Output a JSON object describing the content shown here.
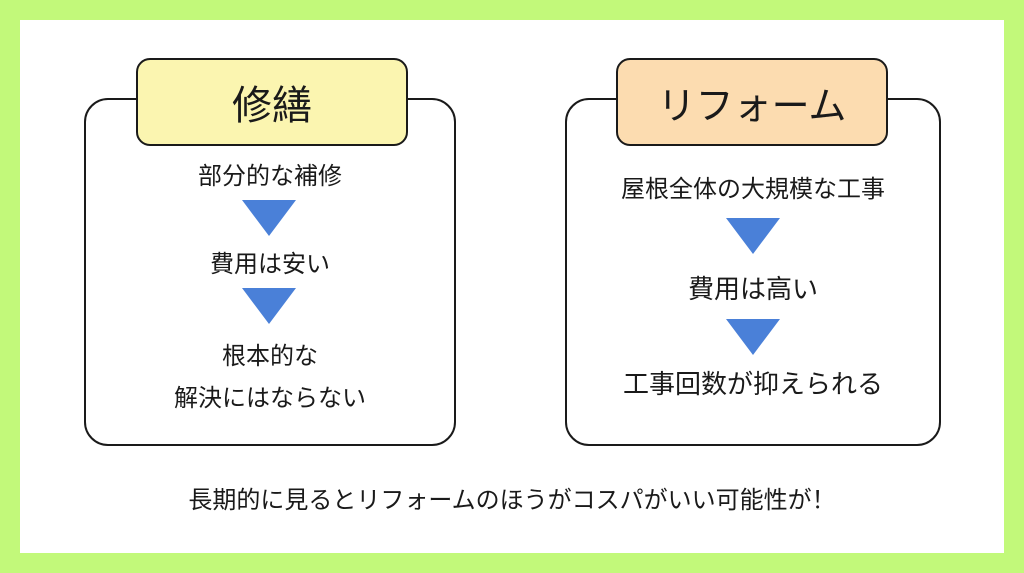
{
  "left": {
    "title": "修繕",
    "steps": [
      "部分的な補修",
      "費用は安い",
      "根本的な",
      "解決にはならない"
    ]
  },
  "right": {
    "title": "リフォーム",
    "steps": [
      "屋根全体の大規模な工事",
      "費用は高い",
      "工事回数が抑えられる"
    ]
  },
  "caption": "長期的に見るとリフォームのほうがコスパがいい可能性が！",
  "colors": {
    "background": "#c2f97a",
    "left_title_fill": "#fbf5b0",
    "right_title_fill": "#fcdcb0",
    "arrow": "#4a80d8"
  }
}
